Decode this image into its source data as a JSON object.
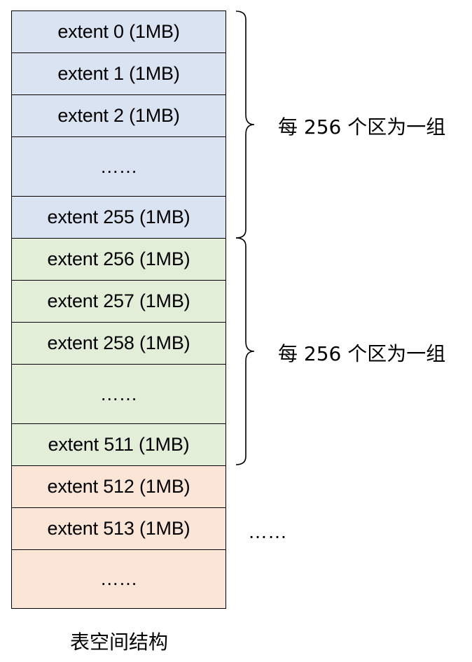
{
  "blocks": [
    {
      "label": "extent 0 (1MB)",
      "group": "blue"
    },
    {
      "label": "extent 1 (1MB)",
      "group": "blue"
    },
    {
      "label": "extent 2 (1MB)",
      "group": "blue"
    },
    {
      "label": "……",
      "group": "blue"
    },
    {
      "label": "extent 255 (1MB)",
      "group": "blue"
    },
    {
      "label": "extent 256 (1MB)",
      "group": "green"
    },
    {
      "label": "extent 257 (1MB)",
      "group": "green"
    },
    {
      "label": "extent 258 (1MB)",
      "group": "green"
    },
    {
      "label": "……",
      "group": "green"
    },
    {
      "label": "extent 511 (1MB)",
      "group": "green"
    },
    {
      "label": "extent 512 (1MB)",
      "group": "orange"
    },
    {
      "label": "extent 513 (1MB)",
      "group": "orange"
    },
    {
      "label": "……",
      "group": "orange"
    }
  ],
  "group_labels": [
    "每 256 个区为一组",
    "每 256 个区为一组"
  ],
  "side_ellipsis": "……",
  "caption": "表空间结构",
  "colors": {
    "blue": "#dae3f2",
    "green": "#e2eed8",
    "orange": "#fbe5d6",
    "stroke": "#000000"
  }
}
